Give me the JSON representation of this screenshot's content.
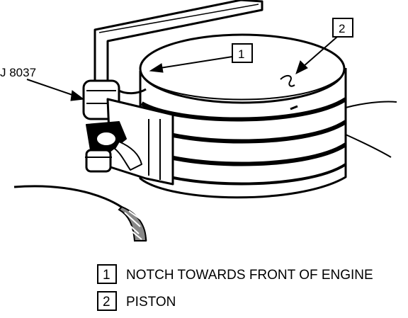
{
  "tool_label": "J 8037",
  "callouts": [
    {
      "number": "1",
      "text": "NOTCH TOWARDS FRONT OF ENGINE"
    },
    {
      "number": "2",
      "text": "PISTON"
    }
  ],
  "colors": {
    "ink": "#000000",
    "paper": "#ffffff"
  }
}
